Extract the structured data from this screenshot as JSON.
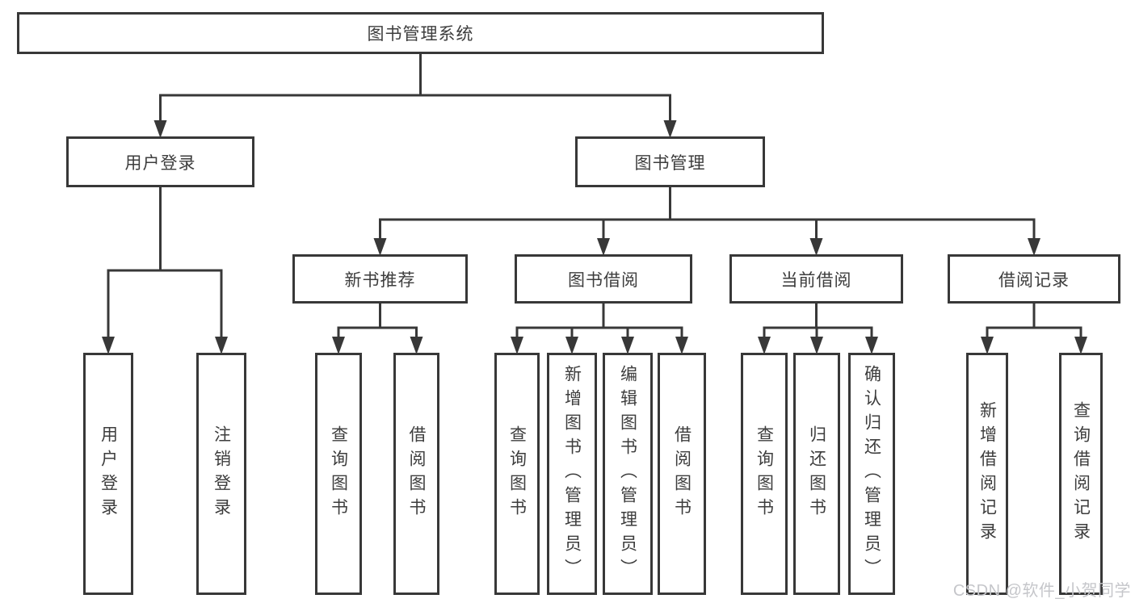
{
  "diagram": {
    "tree": {
      "label": "图书管理系统",
      "children": [
        {
          "label": "用户登录",
          "children": [
            {
              "label": "用户登录"
            },
            {
              "label": "注销登录"
            }
          ]
        },
        {
          "label": "图书管理",
          "children": [
            {
              "label": "新书推荐",
              "children": [
                {
                  "label": "查询图书"
                },
                {
                  "label": "借阅图书"
                }
              ]
            },
            {
              "label": "图书借阅",
              "children": [
                {
                  "label": "查询图书"
                },
                {
                  "label": "新增图书（管理员）"
                },
                {
                  "label": "编辑图书（管理员）"
                },
                {
                  "label": "借阅图书"
                }
              ]
            },
            {
              "label": "当前借阅",
              "children": [
                {
                  "label": "查询图书"
                },
                {
                  "label": "归还图书"
                },
                {
                  "label": "确认归还（管理员）"
                }
              ]
            },
            {
              "label": "借阅记录",
              "children": [
                {
                  "label": "新增借阅记录"
                },
                {
                  "label": "查询借阅记录"
                }
              ]
            }
          ]
        }
      ]
    },
    "colors": {
      "line": "#383838",
      "box_border": "#383838",
      "text": "#3d3d3d",
      "background": "#ffffff",
      "watermark": "#c5c6ca"
    }
  },
  "watermark": {
    "text": "CSDN @软件_小贺同学"
  }
}
